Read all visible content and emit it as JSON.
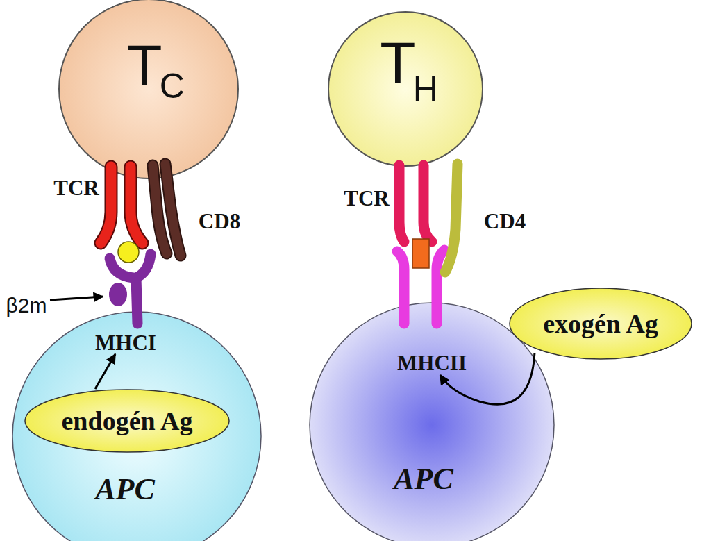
{
  "diagram": {
    "nodes": [
      {
        "text": [
          "T",
          "C"
        ]
      },
      {
        "text": [
          "APC"
        ]
      },
      {
        "text": [
          "endogén Ag"
        ],
        "in": 1
      },
      {
        "text": [
          "T",
          "H"
        ]
      },
      {
        "text": [
          "APC"
        ]
      },
      {
        "text": [
          "exogén Ag"
        ]
      }
    ],
    "labels": [
      "TCR",
      "CD8",
      "β2m",
      "MHCI",
      "TCR",
      "CD4",
      "MHCII"
    ]
  }
}
